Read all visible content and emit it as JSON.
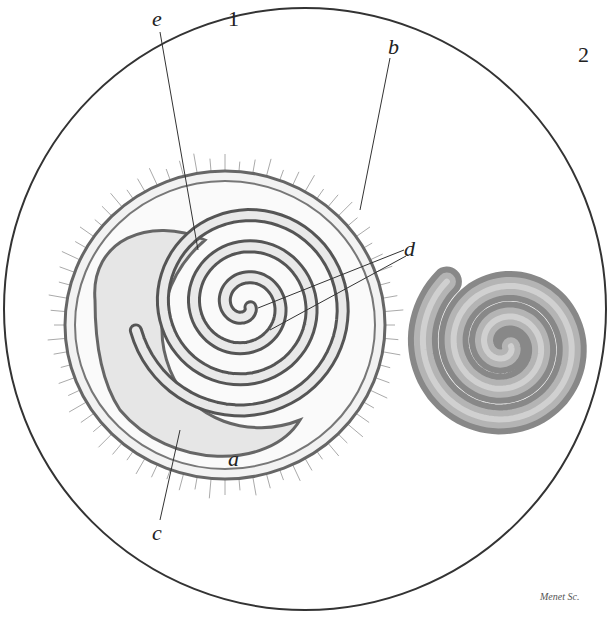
{
  "diagram": {
    "labels": [
      "1",
      "2",
      "e",
      "b",
      "d",
      "c",
      "a",
      "Menet Sc."
    ]
  }
}
